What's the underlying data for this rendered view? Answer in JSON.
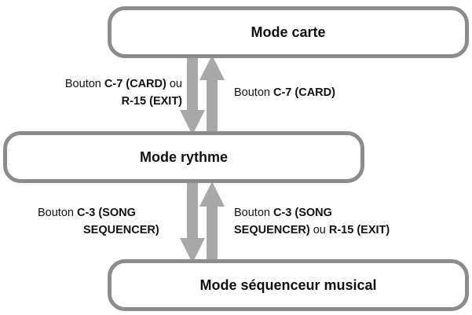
{
  "modes": {
    "card": "Mode carte",
    "rhythm": "Mode rythme",
    "sequencer": "Mode séquenceur musical"
  },
  "arrows": {
    "card_to_rhythm": {
      "line1_prefix": "Bouton ",
      "line1_key": "C-7 (CARD)",
      "line1_suffix": " ou",
      "line2_key": "R-15 (EXIT)"
    },
    "rhythm_to_card": {
      "prefix": "Bouton ",
      "key": "C-7 (CARD)"
    },
    "rhythm_to_sequencer": {
      "line1_prefix": "Bouton ",
      "line1_key": "C-3 (SONG",
      "line2_key": "SEQUENCER)"
    },
    "sequencer_to_rhythm": {
      "line1_prefix": "Bouton ",
      "line1_key": "C-3 (SONG",
      "line2_key": "SEQUENCER)",
      "line2_middle": " ou ",
      "line2_key2": "R-15 (EXIT)"
    }
  },
  "colors": {
    "box_border": "#8c8c8c",
    "arrow_fill": "#a8a8a8",
    "text": "#111111"
  }
}
